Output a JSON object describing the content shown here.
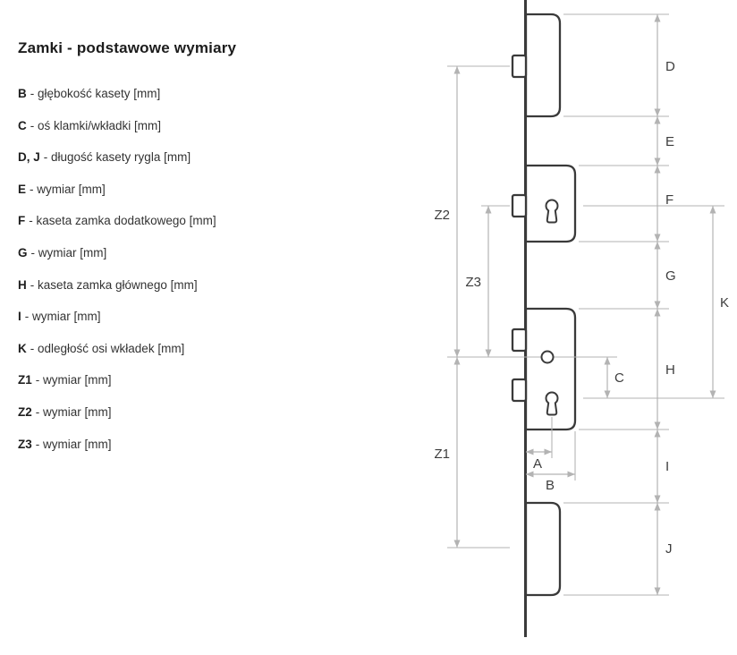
{
  "page": {
    "title": "Zamki - podstawowe wymiary"
  },
  "legend": {
    "items": [
      {
        "term": "B",
        "desc": "- głębokość kasety [mm]"
      },
      {
        "term": "C",
        "desc": "- oś klamki/wkładki [mm]"
      },
      {
        "term": "D, J",
        "desc": "- długość kasety rygla [mm]"
      },
      {
        "term": "E",
        "desc": "- wymiar [mm]"
      },
      {
        "term": "F",
        "desc": "- kaseta zamka dodatkowego [mm]"
      },
      {
        "term": "G",
        "desc": "- wymiar [mm]"
      },
      {
        "term": "H",
        "desc": "- kaseta zamka głównego [mm]"
      },
      {
        "term": "I",
        "desc": "- wymiar [mm]"
      },
      {
        "term": "K",
        "desc": "- odległość osi wkładek [mm]"
      },
      {
        "term": "Z1",
        "desc": "- wymiar [mm]"
      },
      {
        "term": "Z2",
        "desc": "- wymiar [mm]"
      },
      {
        "term": "Z3",
        "desc": "- wymiar [mm]"
      }
    ]
  },
  "diagram": {
    "labels": {
      "A": "A",
      "B": "B",
      "C": "C",
      "D": "D",
      "E": "E",
      "F": "F",
      "G": "G",
      "H": "H",
      "I": "I",
      "J": "J",
      "K": "K",
      "Z1": "Z1",
      "Z2": "Z2",
      "Z3": "Z3"
    }
  },
  "colors": {
    "outline": "#3a3a3a",
    "dimension": "#b3b3b3",
    "text": "#333333",
    "background": "#ffffff"
  }
}
